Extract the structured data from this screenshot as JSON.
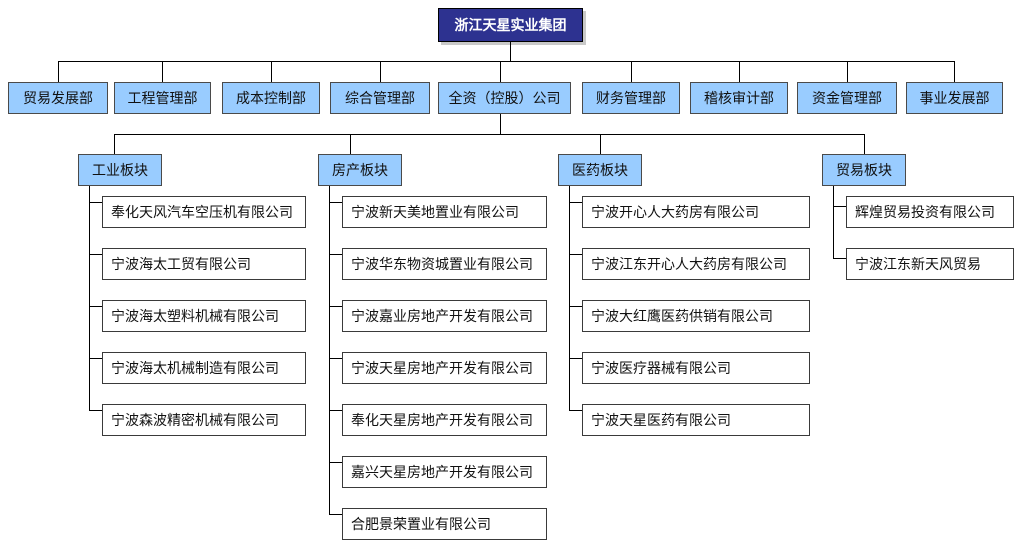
{
  "root": {
    "label": "浙江天星实业集团"
  },
  "departments": [
    "贸易发展部",
    "工程管理部",
    "成本控制部",
    "综合管理部",
    "全资（控股）公司",
    "财务管理部",
    "稽核审计部",
    "资金管理部",
    "事业发展部"
  ],
  "sectors": [
    {
      "label": "工业板块",
      "companies": [
        "奉化天风汽车空压机有限公司",
        "宁波海太工贸有限公司",
        "宁波海太塑料机械有限公司",
        "宁波海太机械制造有限公司",
        "宁波森波精密机械有限公司"
      ]
    },
    {
      "label": "房产板块",
      "companies": [
        "宁波新天美地置业有限公司",
        "宁波华东物资城置业有限公司",
        "宁波嘉业房地产开发有限公司",
        "宁波天星房地产开发有限公司",
        "奉化天星房地产开发有限公司",
        "嘉兴天星房地产开发有限公司",
        "合肥景荣置业有限公司"
      ]
    },
    {
      "label": "医药板块",
      "companies": [
        "宁波开心人大药房有限公司",
        "宁波江东开心人大药房有限公司",
        "宁波大红鹰医药供销有限公司",
        "宁波医疗器械有限公司",
        "宁波天星医药有限公司"
      ]
    },
    {
      "label": "贸易板块",
      "companies": [
        "辉煌贸易投资有限公司",
        "宁波江东新天风贸易"
      ]
    }
  ],
  "colors": {
    "root_fill": "#2d3290",
    "dept_fill": "#99ccff",
    "line": "#000000"
  }
}
